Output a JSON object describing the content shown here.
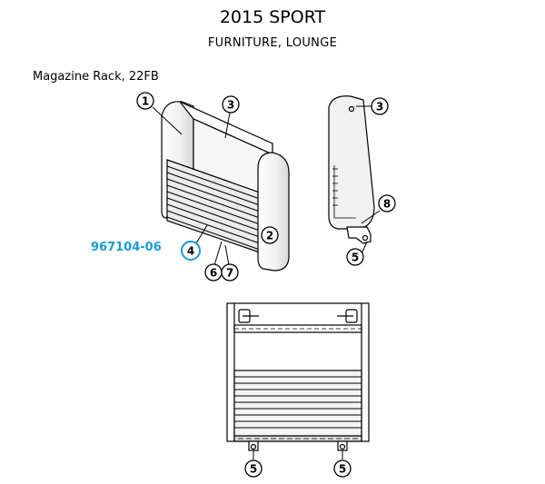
{
  "title": "2015 SPORT",
  "subtitle": "FURNITURE, LOUNGE",
  "caption": "Magazine Rack, 22FB",
  "part_number": "967104-06",
  "highlight_color": "#1a9bd7",
  "callouts": {
    "c1": "1",
    "c2": "2",
    "c3_front": "3",
    "c3_side": "3",
    "c4": "4",
    "c5_side": "5",
    "c5_bottom_left": "5",
    "c5_bottom_right": "5",
    "c6": "6",
    "c7": "7",
    "c8": "8"
  }
}
